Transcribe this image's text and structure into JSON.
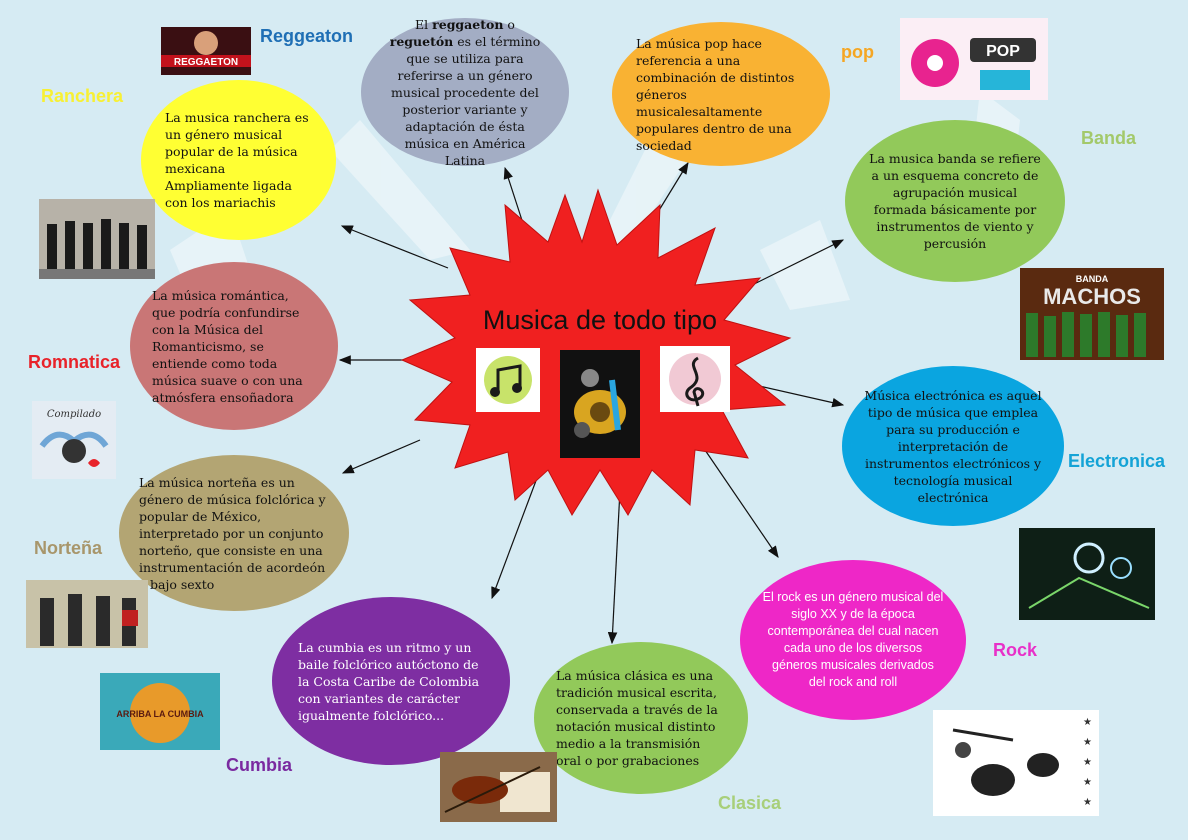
{
  "center": {
    "title": "Musica de todo tipo",
    "icons": [
      "music-notes-icon",
      "speaker-cd-icon",
      "treble-clef-icon"
    ]
  },
  "genres": [
    {
      "id": "reggeaton",
      "label": "Reggeaton",
      "label_color": "#1f6fb5",
      "bubble_color": "#a3adc4",
      "lead": "El ",
      "bold1": "reggaeton",
      "mid": " o ",
      "bold2": "reguetón",
      "text": " es el término que se utiliza para referirse a un género musical procedente del posterior  variante y adaptación de ésta música en América Latina",
      "image": "reggaeton-cover-image",
      "image_text": "REGGAETON"
    },
    {
      "id": "pop",
      "label": "pop",
      "label_color": "#f5a623",
      "bubble_color": "#f9b233",
      "text": "La  música pop  hace referencia a una combinación de distintos géneros musicalesaltamente populares dentro de una sociedad",
      "image": "pop-collage-image",
      "image_text": "POP"
    },
    {
      "id": "ranchera",
      "label": "Ranchera",
      "label_color": "#f7f034",
      "bubble_color": "#ffff33",
      "text": "La musica  ranchera es un género musical popular de la música mexicana Ampliamente ligada con los mariachis",
      "image": "mariachi-photo"
    },
    {
      "id": "banda",
      "label": "Banda",
      "label_color": "#a3c96a",
      "bubble_color": "#92c95a",
      "text": "La musica banda se refiere a un esquema concreto de agrupación musical formada básicamente por instrumentos de viento y percusión",
      "image": "banda-machos-image",
      "image_text": "MACHOS",
      "image_text_small": "BANDA"
    },
    {
      "id": "romantica",
      "label": "Romnatica",
      "label_color": "#e8232a",
      "bubble_color": "#c97676",
      "text": " La música romántica, que podría confundirse con la Música del Romanticismo, se entiende como toda música suave o con una atmósfera ensoñadora",
      "image": "romantic-compilation-image",
      "image_text": "Compilado"
    },
    {
      "id": "electronica",
      "label": "Electronica",
      "label_color": "#14a3d6",
      "bubble_color": "#0aa5e0",
      "text": " Música electrónica es aquel tipo de música que emplea para su producción e interpretación de instrumentos electrónicos y tecnología musical electrónica",
      "image": "electronic-concert-photo"
    },
    {
      "id": "nortena",
      "label": "Norteña",
      "label_color": "#a8966b",
      "bubble_color": "#b3a573",
      "text": "La música norteña es un género de música folclórica y popular de México, interpretado por un conjunto norteño, que consiste en una instrumentación de acordeón y bajo sexto",
      "image": "nortena-band-photo"
    },
    {
      "id": "rock",
      "label": "Rock",
      "label_color": "#e830c8",
      "bubble_color": "#ee27c7",
      "text": "El rock es un género musical del siglo XX y de la época contemporánea del cual nacen cada uno de los diversos géneros musicales derivados del rock and roll",
      "image": "rock-drums-illustration"
    },
    {
      "id": "cumbia",
      "label": "Cumbia",
      "label_color": "#7a2aa0",
      "bubble_color": "#7e2ea2",
      "text": "La cumbia es un ritmo y un baile folclórico autóctono de la Costa Caribe de Colombia con variantes de carácter igualmente folclórico...",
      "image": "cumbia-logo-image",
      "image_text": "ARRIBA LA CUMBIA"
    },
    {
      "id": "clasica",
      "label": "Clasica",
      "label_color": "#a8cf7a",
      "bubble_color": "#92c95a",
      "text": "La música clásica es una tradición musical escrita, conservada a través de la notación musical distinto medio a la transmisión oral o por grabaciones",
      "image": "violin-photo"
    }
  ]
}
